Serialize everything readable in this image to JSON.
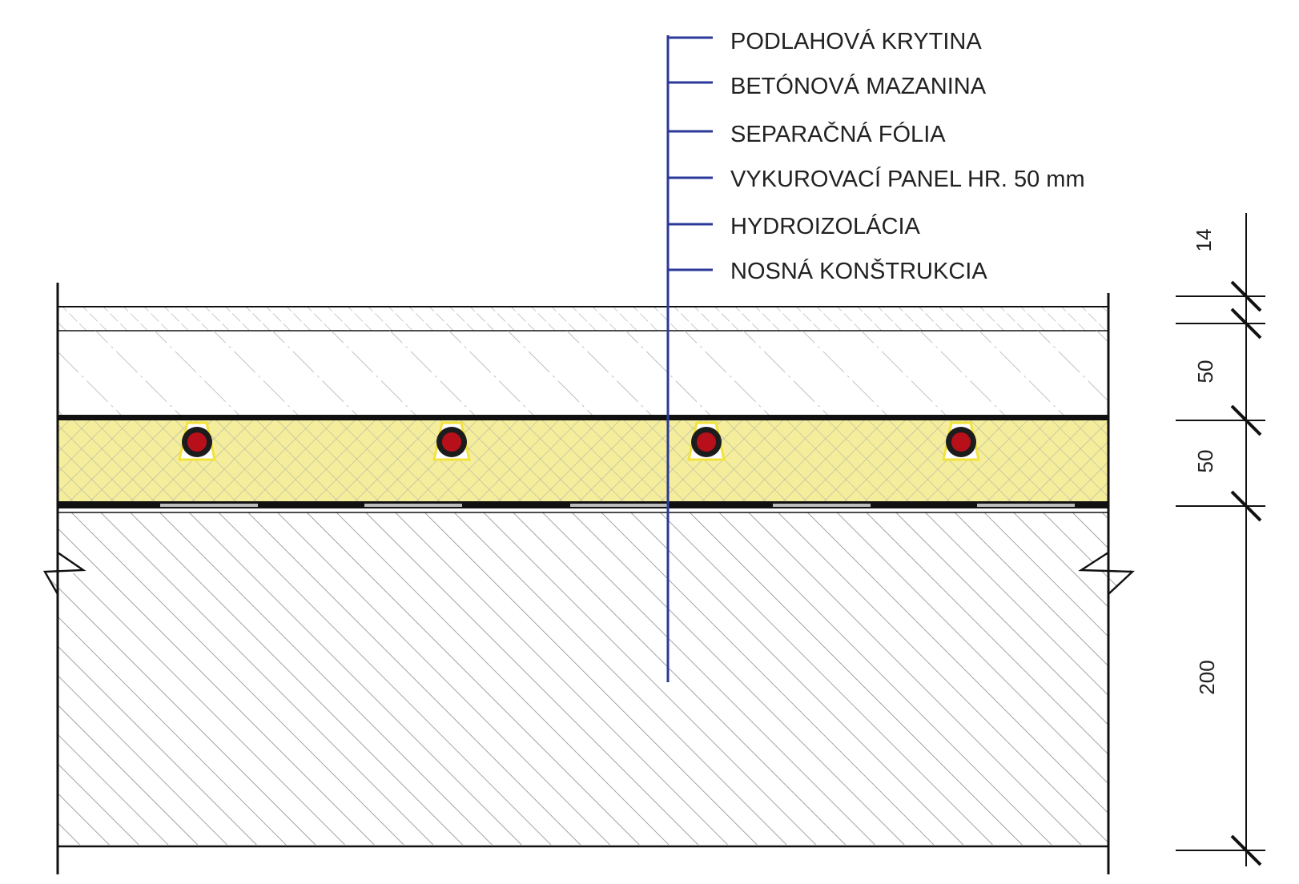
{
  "layers": [
    {
      "label": "PODLAHOVÁ KRYTINA"
    },
    {
      "label": "BETÓNOVÁ MAZANINA"
    },
    {
      "label": "SEPARAČNÁ FÓLIA"
    },
    {
      "label": "VYKUROVACÍ PANEL HR. 50 mm"
    },
    {
      "label": "HYDROIZOLÁCIA"
    },
    {
      "label": "NOSNÁ KONŠTRUKCIA"
    }
  ],
  "dimensions": [
    {
      "label": "14"
    },
    {
      "label": "50"
    },
    {
      "label": "50"
    },
    {
      "label": "200"
    }
  ],
  "heating_pipes_count": 4,
  "colors": {
    "leader": "#2b3a9a",
    "panel_fill": "#f4ee9c",
    "panel_grid": "#b9b6a6",
    "pipe_outer": "#1c1c1c",
    "pipe_inner": "#b8101a",
    "pipe_holder": "#f2e23a",
    "hatch": "#8c8c8c",
    "line": "#111111"
  }
}
